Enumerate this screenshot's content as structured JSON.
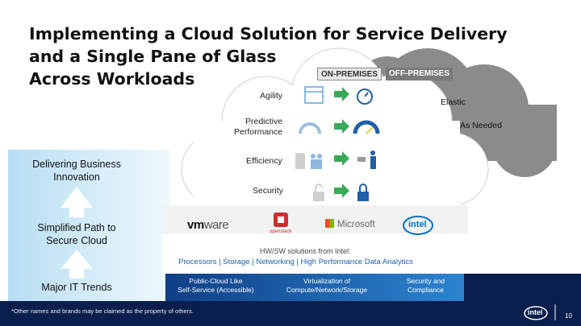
{
  "title": {
    "line1": "Implementing a Cloud Solution for Service Delivery",
    "line2": "and a Single Pane of Glass",
    "line3": "Across Workloads"
  },
  "tabs": {
    "on_premises": "ON-PREMISES",
    "off_premises": "OFF-PREMISES"
  },
  "cloud_rows": [
    {
      "label": "Agility",
      "right": "Elastic"
    },
    {
      "label": "Predictive\nPerformance",
      "right": "As Needed"
    },
    {
      "label": "Efficiency",
      "right": ""
    },
    {
      "label": "Security",
      "right": ""
    }
  ],
  "left_stack": {
    "top": "Delivering Business\nInnovation",
    "middle": "Simplified Path to\nSecure Cloud",
    "bottom": "Major IT Trends"
  },
  "logos": {
    "vmware_a": "vm",
    "vmware_b": "ware",
    "openstack": "openstack",
    "microsoft": "Microsoft",
    "intel": "intel"
  },
  "solutions": {
    "line1": "HW/SW solutions from Intel:",
    "line2": "Processors | Storage | Networking | High Performance Data Analytics"
  },
  "trends": [
    "Public-Cloud Like\nSelf-Service (Accessible)",
    "Virtualization of\nCompute/Network/Storage",
    "Security and\nCompliance"
  ],
  "footer": {
    "note": "*Other names and brands may be claimed as the property of others.",
    "brand": "intel",
    "page": "10"
  },
  "colors": {
    "cloud_gray": "#8a8a8a",
    "light_blue": "#bfe3f5",
    "band_blue": "#1e5fa8",
    "footer_navy": "#0a1f4d",
    "arrow_green": "#3aa85a",
    "intel_blue": "#0071c5"
  }
}
